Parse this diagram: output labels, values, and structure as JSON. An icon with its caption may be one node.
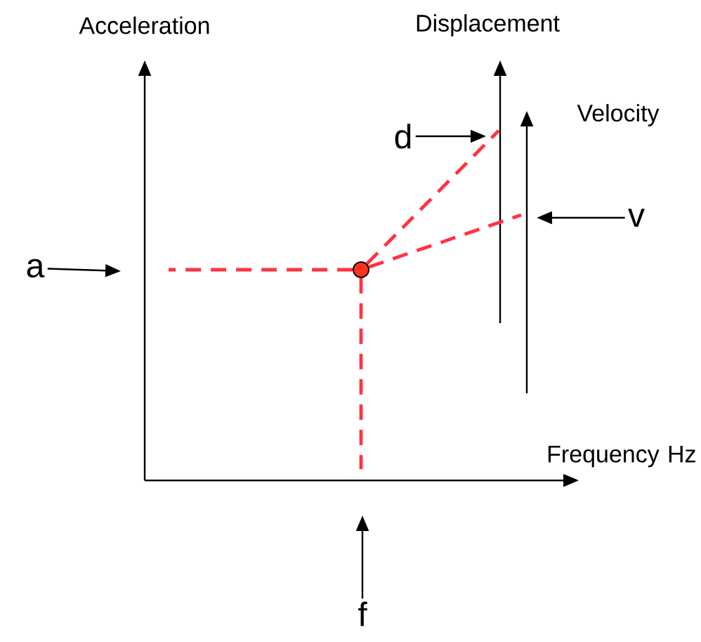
{
  "diagram": {
    "nodes": [
      {
        "text": [
          "a"
        ]
      },
      {
        "text": [
          "d"
        ]
      },
      {
        "text": [
          "v"
        ]
      },
      {
        "text": [
          "f"
        ]
      },
      {
        "text": [],
        "shape": "circle"
      }
    ],
    "edges": [
      {
        "from": 0,
        "to": null,
        "arrow": "to"
      },
      {
        "from": 1,
        "to": null,
        "arrow": "to"
      },
      {
        "from": 2,
        "to": null,
        "arrow": "to"
      },
      {
        "from": 3,
        "to": null,
        "arrow": "to"
      },
      {
        "from": 4,
        "to": null,
        "arrow": "none",
        "style": "dashed",
        "color": "#ff3340"
      },
      {
        "from": 4,
        "to": null,
        "arrow": "none",
        "style": "dashed",
        "color": "#ff3340"
      },
      {
        "from": 4,
        "to": null,
        "arrow": "none",
        "style": "dashed",
        "color": "#ff3340"
      },
      {
        "from": 4,
        "to": null,
        "arrow": "none",
        "style": "dashed",
        "color": "#ff3340"
      }
    ],
    "labels": [
      "Acceleration",
      "Displacement",
      "Velocity",
      "Frequency Hz"
    ]
  }
}
